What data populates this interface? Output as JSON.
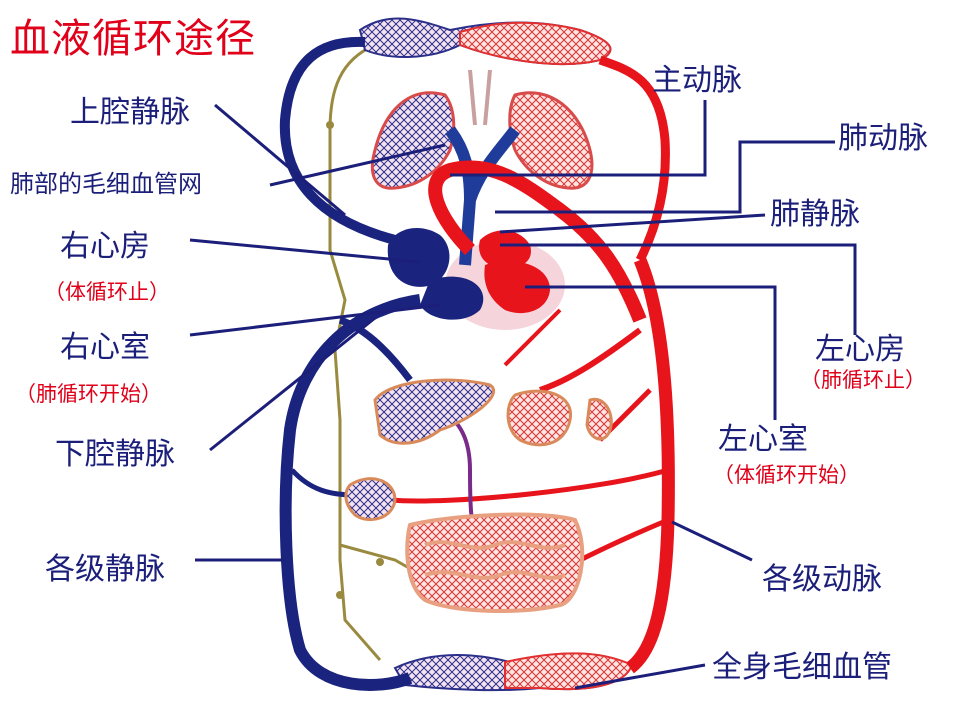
{
  "title": "血液循环途径",
  "labels": {
    "svc": "上腔静脉",
    "lung_capillary": "肺部的毛细血管网",
    "right_atrium": "右心房",
    "right_atrium_note": "（体循环止）",
    "right_ventricle": "右心室",
    "right_ventricle_note": "（肺循环开始）",
    "ivc": "下腔静脉",
    "veins": "各级静脉",
    "aorta": "主动脉",
    "pulmonary_artery": "肺动脉",
    "pulmonary_vein": "肺静脉",
    "left_atrium": "左心房",
    "left_atrium_note": "（肺循环止）",
    "left_ventricle": "左心室",
    "left_ventricle_note": "（体循环开始）",
    "arteries": "各级动脉",
    "body_capillary": "全身毛细血管"
  },
  "colors": {
    "title": "#e0001a",
    "label": "#1b1f7a",
    "note": "#e0001a",
    "artery": "#e8141c",
    "vein": "#1a237e",
    "lymph": "#9a8a40",
    "tissue": "#f3c9a8",
    "heart_bg": "#f6d4dc"
  }
}
